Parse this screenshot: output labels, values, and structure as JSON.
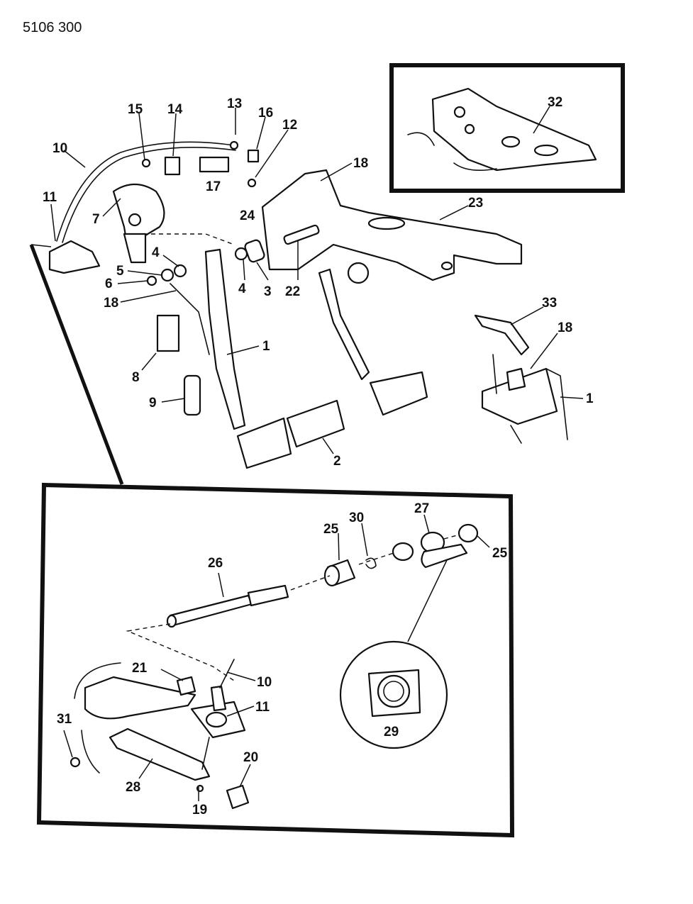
{
  "document_code": "5106 300",
  "callouts": {
    "c1": "1",
    "c1b": "1",
    "c2": "2",
    "c3": "3",
    "c4a": "4",
    "c4b": "4",
    "c5": "5",
    "c6": "6",
    "c7": "7",
    "c8": "8",
    "c9": "9",
    "c10a": "10",
    "c10b": "10",
    "c11a": "11",
    "c11b": "11",
    "c12": "12",
    "c13": "13",
    "c14": "14",
    "c15": "15",
    "c16": "16",
    "c17": "17",
    "c18a": "18",
    "c18b": "18",
    "c18c": "18",
    "c19": "19",
    "c20": "20",
    "c21": "21",
    "c22": "22",
    "c23": "23",
    "c24": "24",
    "c25a": "25",
    "c25b": "25",
    "c26": "26",
    "c27": "27",
    "c28": "28",
    "c29": "29",
    "c30": "30",
    "c31": "31",
    "c32": "32",
    "c33": "33"
  }
}
